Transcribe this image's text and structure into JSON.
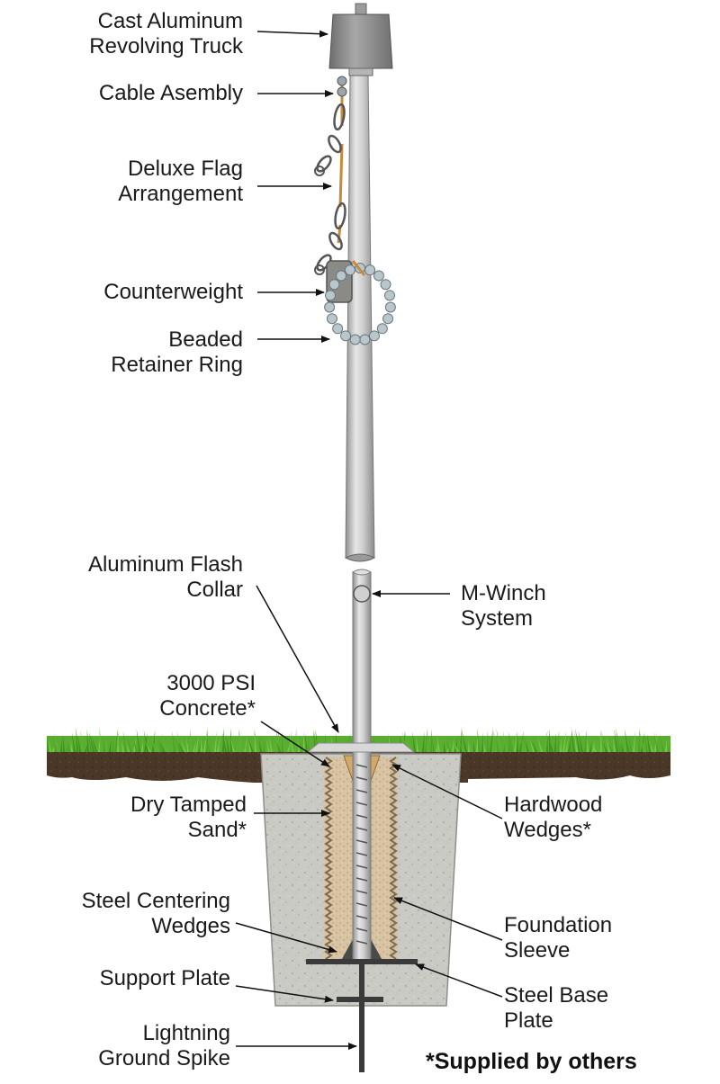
{
  "labels": {
    "truck": [
      "Cast Aluminum",
      "Revolving Truck"
    ],
    "cable": [
      "Cable Asembly"
    ],
    "flag": [
      "Deluxe Flag",
      "Arrangement"
    ],
    "counterweight": [
      "Counterweight"
    ],
    "retainer": [
      "Beaded",
      "Retainer Ring"
    ],
    "flash_collar": [
      "Aluminum Flash",
      "Collar"
    ],
    "winch": [
      "M-Winch",
      "System"
    ],
    "concrete": [
      "3000 PSI",
      "Concrete*"
    ],
    "sand": [
      "Dry Tamped",
      "Sand*"
    ],
    "hardwood": [
      "Hardwood",
      "Wedges*"
    ],
    "centering": [
      "Steel Centering",
      "Wedges"
    ],
    "sleeve": [
      "Foundation",
      "Sleeve"
    ],
    "support": [
      "Support Plate"
    ],
    "base_plate": [
      "Steel Base",
      "Plate"
    ],
    "spike": [
      "Lightning",
      "Ground Spike"
    ]
  },
  "note": "*Supplied by others",
  "colors": {
    "pole": "#c8c8c8",
    "pole_shade": "#9a9a9a",
    "truck": "#8e8e8e",
    "grass": "#58b030",
    "soil": "#4a3526",
    "concrete": "#c9c9c4",
    "sand": "#d9c6a6",
    "bead": "#b9c6cc",
    "brass": "#c58a3a"
  }
}
